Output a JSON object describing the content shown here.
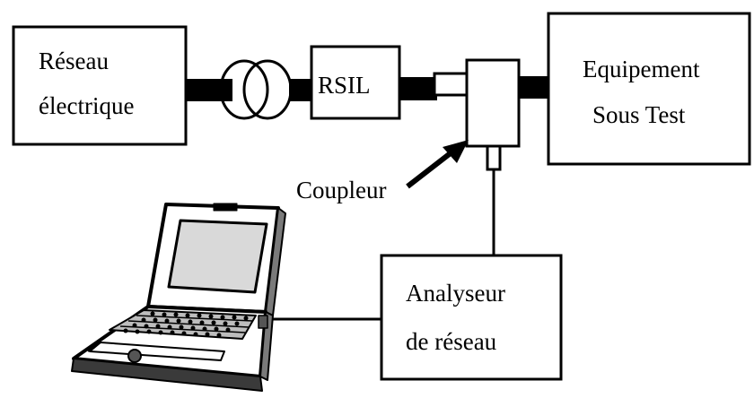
{
  "nodes": {
    "reseau_electrique": {
      "line1": "Réseau",
      "line2": "électrique"
    },
    "rsil": {
      "label": "RSIL"
    },
    "equipement": {
      "line1": "Equipement",
      "line2": "Sous Test"
    },
    "coupleur": {
      "label": "Coupleur"
    },
    "analyseur": {
      "line1": "Analyseur",
      "line2": "de réseau"
    }
  },
  "colors": {
    "stroke": "#000000",
    "background": "#ffffff",
    "laptop_screen": "#d9d9d9",
    "laptop_keys": "#bdbdbd"
  }
}
